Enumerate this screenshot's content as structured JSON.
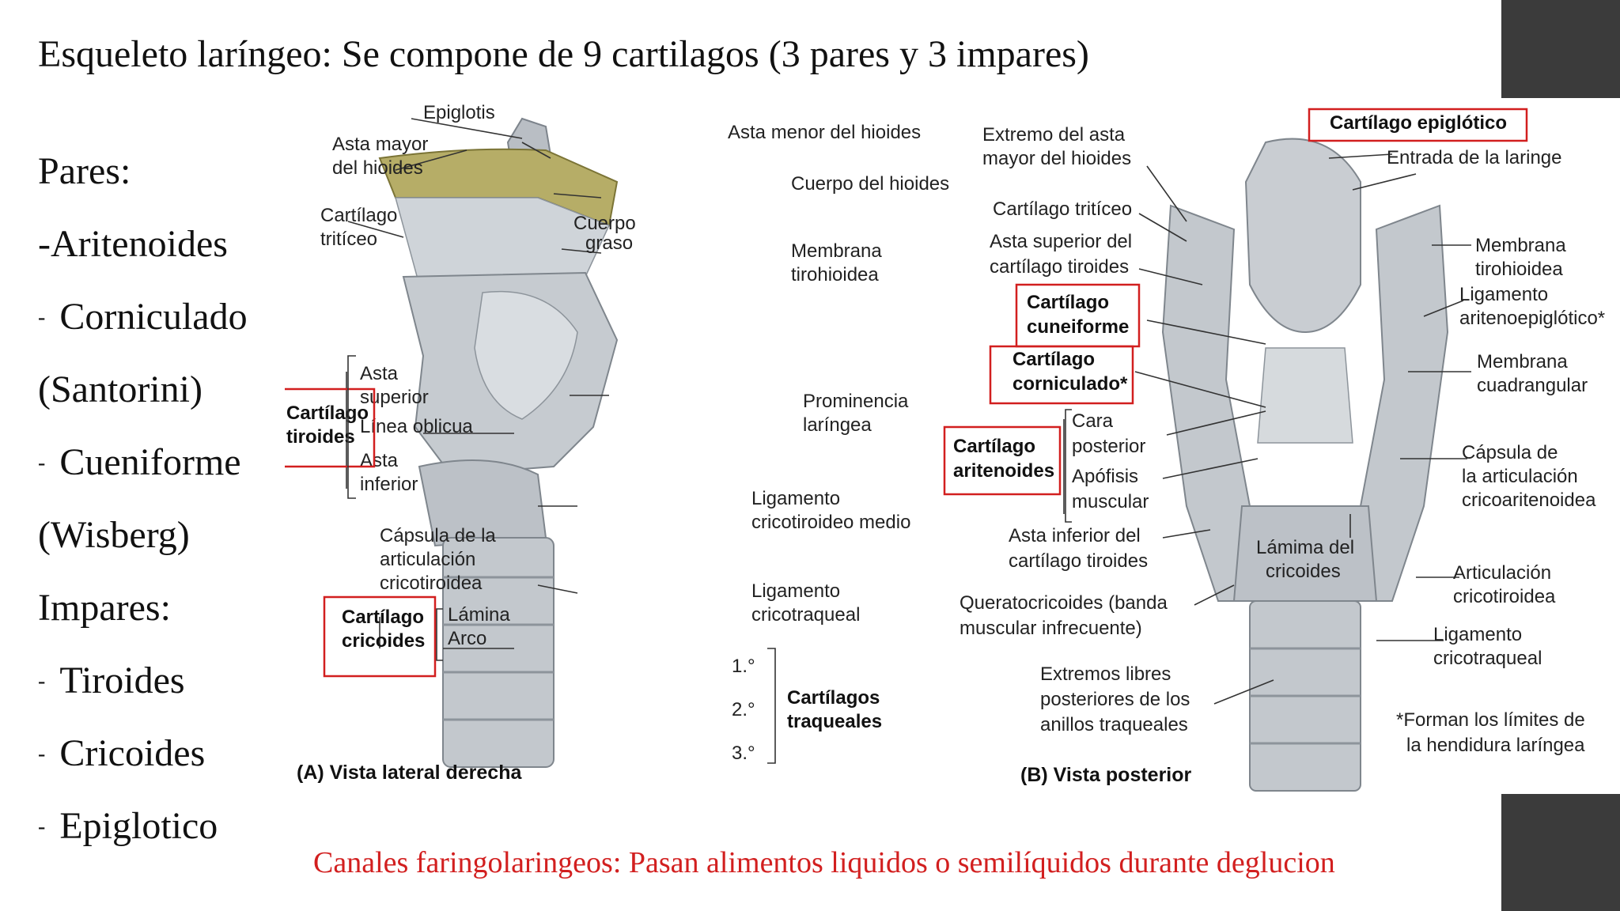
{
  "slide": {
    "title": "Esqueleto laríngeo: Se compone de 9 cartilagos (3 pares y 3 impares)",
    "bullets": [
      {
        "dash": false,
        "text": "Pares:"
      },
      {
        "dash": false,
        "text": "-Aritenoides"
      },
      {
        "dash": true,
        "text": "Corniculado"
      },
      {
        "dash": false,
        "text": "(Santorini)"
      },
      {
        "dash": true,
        "text": "Cueniforme"
      },
      {
        "dash": false,
        "text": "(Wisberg)"
      },
      {
        "dash": false,
        "text": "Impares:"
      },
      {
        "dash": true,
        "text": "Tiroides"
      },
      {
        "dash": true,
        "text": "Cricoides"
      },
      {
        "dash": true,
        "text": "Epiglotico"
      }
    ],
    "dash_char": "-",
    "note": "Canales faringolaringeos: Pasan alimentos liquidos o semilíquidos durante deglucion"
  },
  "figure": {
    "lateral": {
      "caption": "(A) Vista lateral derecha",
      "labels": {
        "epiglotis": "Epiglotis",
        "asta_mayor_1": "Asta mayor",
        "asta_mayor_2": "del hioides",
        "triticeo_1": "Cartílago",
        "triticeo_2": "tritíceo",
        "cuerpo_graso_1": "Cuerpo",
        "cuerpo_graso_2": "graso",
        "asta_menor": "Asta menor del hioides",
        "cuerpo_hioides": "Cuerpo del hioides",
        "membrana_1": "Membrana",
        "membrana_2": "tirohioidea",
        "asta_sup_1": "Asta",
        "asta_sup_2": "superior",
        "tiroides_1": "Cartílago",
        "tiroides_2": "tiroides",
        "linea_oblicua": "Línea oblicua",
        "asta_inf_1": "Asta",
        "asta_inf_2": "inferior",
        "prominencia_1": "Prominencia",
        "prominencia_2": "laríngea",
        "lig_cricotiroideo_1": "Ligamento",
        "lig_cricotiroideo_2": "cricotiroideo medio",
        "capsula_1": "Cápsula de la",
        "capsula_2": "articulación",
        "capsula_3": "cricotiroidea",
        "cricoides_1": "Cartílago",
        "cricoides_2": "cricoides",
        "lamina": "Lámina",
        "arco": "Arco",
        "lig_cricotraqueal_1": "Ligamento",
        "lig_cricotraqueal_2": "cricotraqueal",
        "tr1": "1.°",
        "tr2": "2.°",
        "tr3": "3.°",
        "traqueales_1": "Cartílagos",
        "traqueales_2": "traqueales"
      }
    },
    "posterior": {
      "caption": "(B) Vista posterior",
      "labels": {
        "extremo_1": "Extremo del asta",
        "extremo_2": "mayor del hioides",
        "epiglotico": "Cartílago epiglótico",
        "entrada": "Entrada de la laringe",
        "triticeo": "Cartílago tritíceo",
        "asta_sup_1": "Asta superior del",
        "asta_sup_2": "cartílago tiroides",
        "membrana_1": "Membrana",
        "membrana_2": "tirohioidea",
        "cuneiforme_1": "Cartílago",
        "cuneiforme_2": "cuneiforme",
        "lig_arit_1": "Ligamento",
        "lig_arit_2": "aritenoepiglótico*",
        "corniculado_1": "Cartílago",
        "corniculado_2": "corniculado*",
        "memb_cuad_1": "Membrana",
        "memb_cuad_2": "cuadrangular",
        "cara_1": "Cara",
        "cara_2": "posterior",
        "aritenoides_1": "Cartílago",
        "aritenoides_2": "aritenoides",
        "apofisis_1": "Apófisis",
        "apofisis_2": "muscular",
        "capsula_1": "Cápsula de",
        "capsula_2": "la articulación",
        "capsula_3": "cricoaritenoidea",
        "asta_inf_1": "Asta inferior del",
        "asta_inf_2": "cartílago tiroides",
        "lamina_1": "Lámima del",
        "lamina_2": "cricoides",
        "articulacion_1": "Articulación",
        "articulacion_2": "cricotiroidea",
        "queratocricoides_1": "Queratocricoides (banda",
        "queratocricoides_2": "muscular infrecuente)",
        "lig_cricotraqueal_1": "Ligamento",
        "lig_cricotraqueal_2": "cricotraqueal",
        "extremos_1": "Extremos libres",
        "extremos_2": "posteriores de los",
        "extremos_3": "anillos traqueales",
        "footnote_1": "*Forman los límites de",
        "footnote_2": "la hendidura laríngea"
      }
    }
  }
}
